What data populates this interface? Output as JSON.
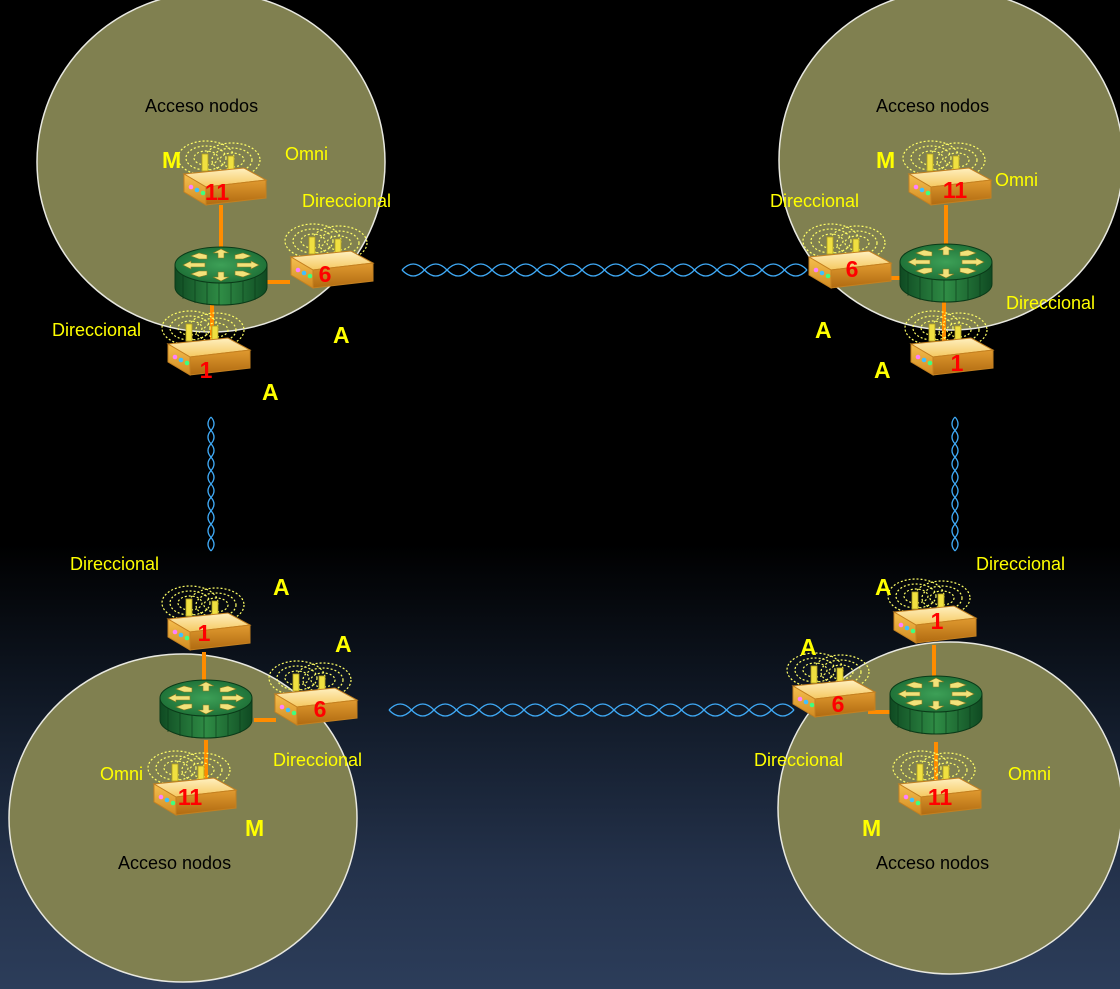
{
  "colors": {
    "zone_fill": "#808050",
    "zone_stroke": "#e8e8e0",
    "label_yellow": "#ffff00",
    "channel_red": "#ff0000",
    "cable_orange": "#ff8c00",
    "link_blue": "#3fa9f5",
    "router_green": "#1f7a3a"
  },
  "labels": {
    "access": "Acceso nodos",
    "omni": "Omni",
    "directional": "Direccional",
    "mesh": "M",
    "ap": "A"
  },
  "channels": {
    "ch11": "11",
    "ch6": "6",
    "ch1": "1"
  }
}
